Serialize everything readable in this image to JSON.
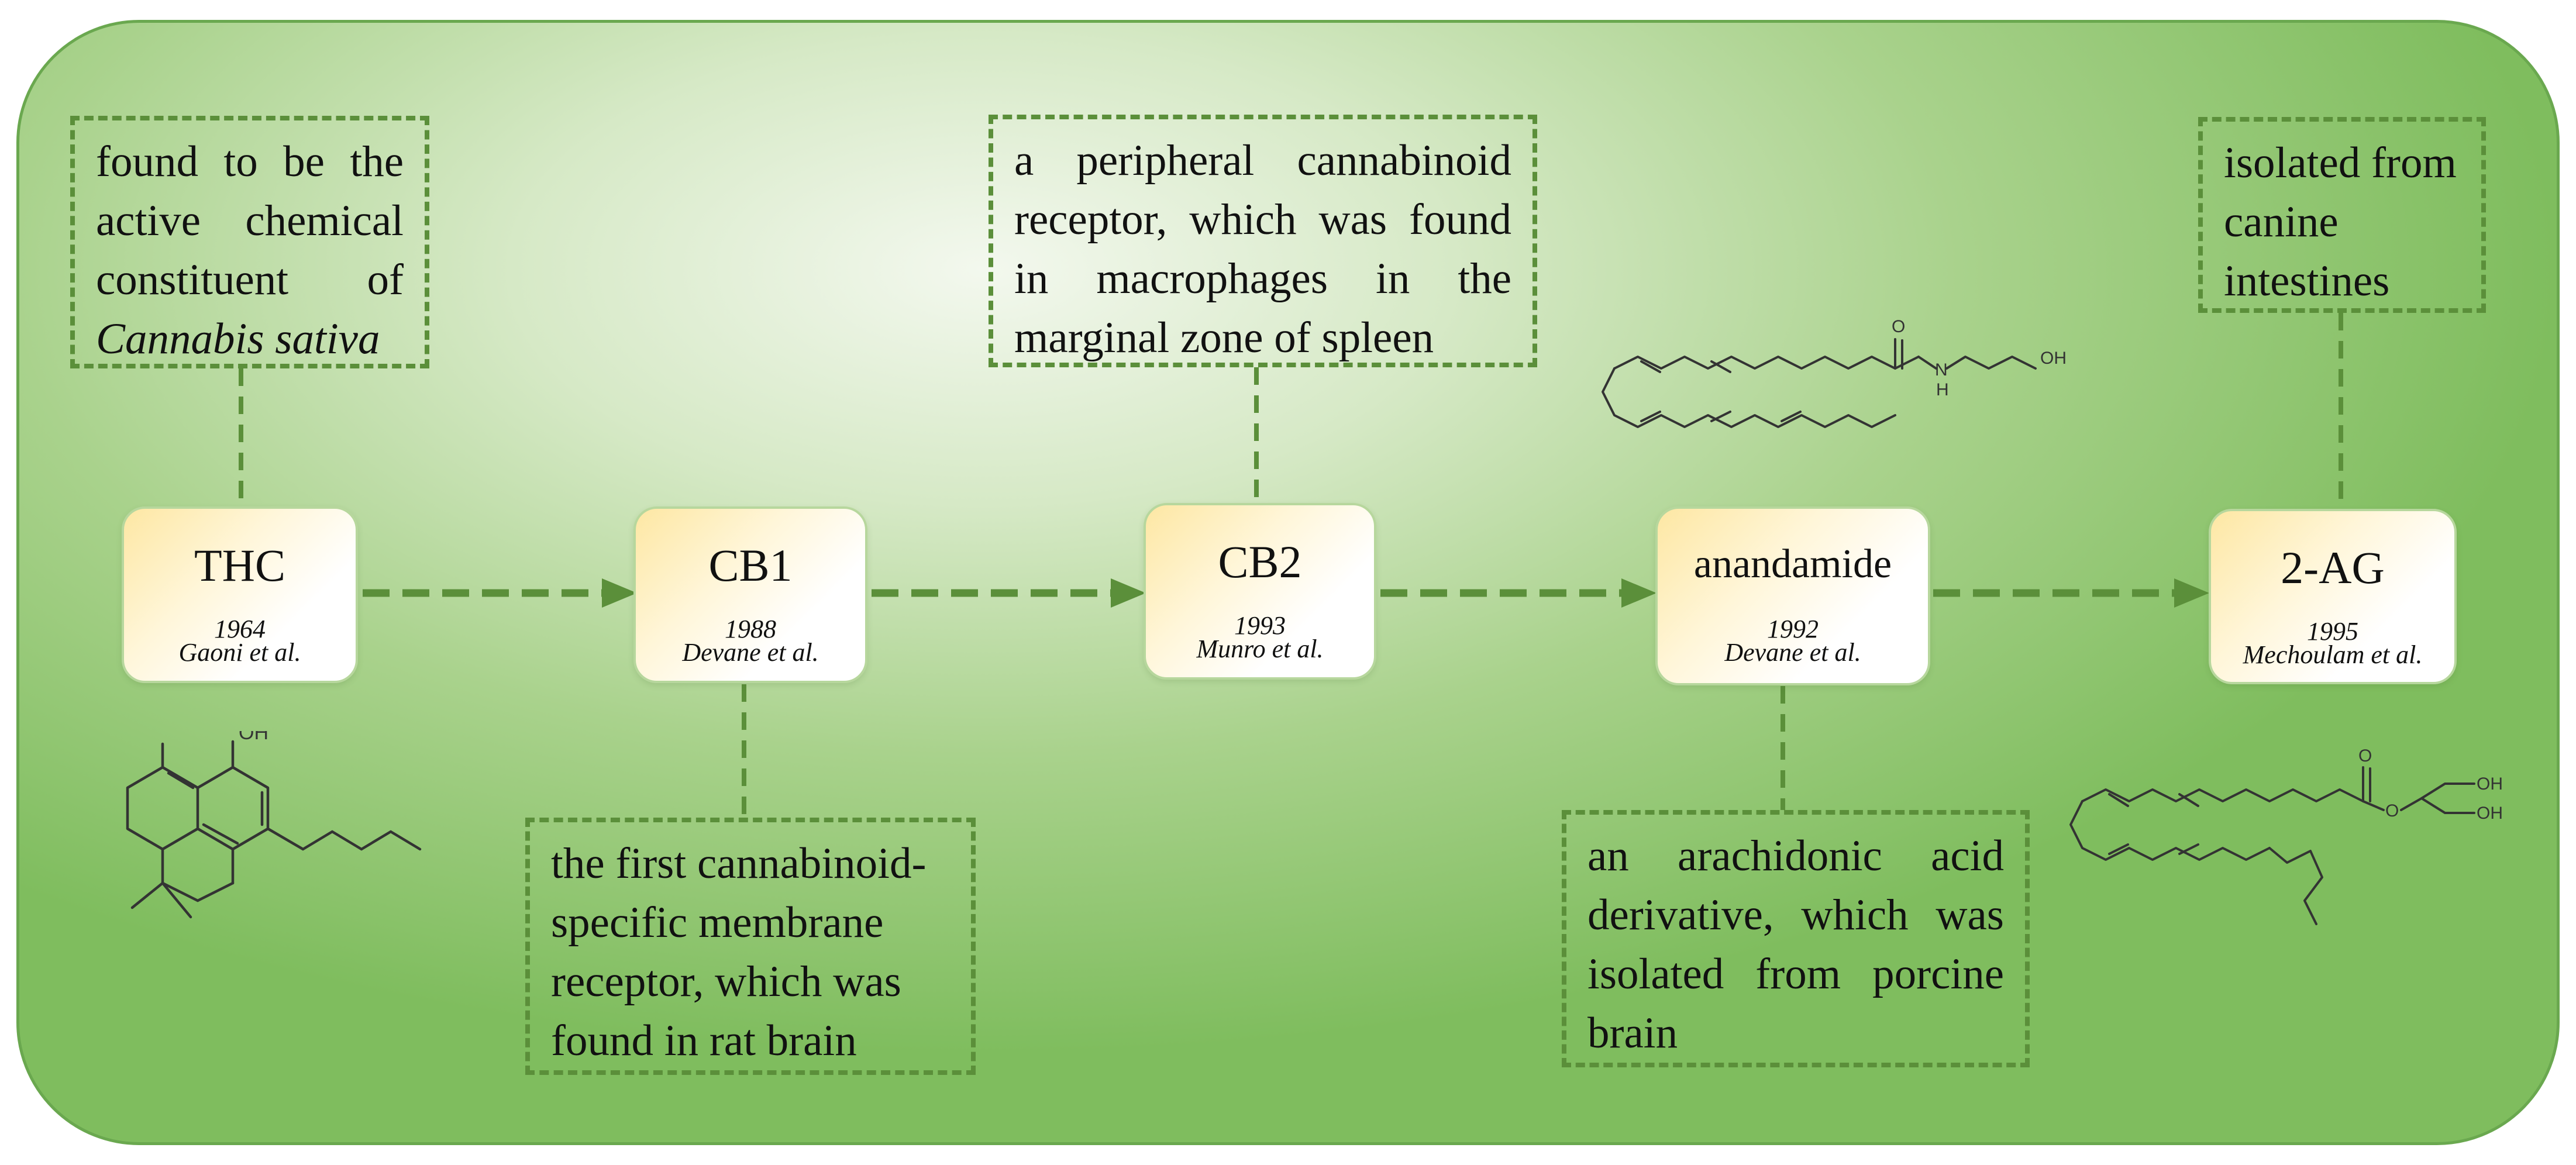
{
  "colors": {
    "panel_border": "#6aa84f",
    "dashed_line": "#5b8f3a",
    "node_gradient_start": "#fde7a3",
    "node_border": "#b7d79d",
    "molecule_stroke": "#333333"
  },
  "nodes": [
    {
      "id": "thc",
      "label": "THC",
      "year": "1964",
      "authors": "Gaoni et al."
    },
    {
      "id": "cb1",
      "label": "CB1",
      "year": "1988",
      "authors": "Devane et al."
    },
    {
      "id": "cb2",
      "label": "CB2",
      "year": "1993",
      "authors": "Munro et al."
    },
    {
      "id": "anandamide",
      "label": "anandamide",
      "year": "1992",
      "authors": "Devane et al."
    },
    {
      "id": "2ag",
      "label": "2-AG",
      "year": "1995",
      "authors": "Mechoulam et al."
    }
  ],
  "notes": {
    "thc": {
      "lines": [
        "found to be the",
        "active chemical",
        "constituent of"
      ],
      "italic_line": "Cannabis sativa"
    },
    "cb1": {
      "lines": [
        "the first cannabinoid-",
        "specific membrane",
        "receptor, which was",
        "found in rat brain"
      ]
    },
    "cb2": {
      "lines": [
        "a peripheral cannabinoid",
        "receptor, which was found",
        "in macrophages in the",
        "marginal zone of spleen"
      ]
    },
    "anandamide": {
      "lines": [
        "an arachidonic acid",
        "derivative, which was",
        "isolated from porcine",
        "brain"
      ]
    },
    "2ag": {
      "lines": [
        "isolated from",
        "canine",
        "intestines"
      ]
    }
  },
  "molecules": {
    "thc": {
      "atom_label": "OH"
    },
    "anandamide": {
      "atom_labels": [
        "O",
        "N",
        "H",
        "OH"
      ]
    },
    "2ag": {
      "atom_labels": [
        "O",
        "O",
        "OH",
        "OH"
      ]
    }
  }
}
